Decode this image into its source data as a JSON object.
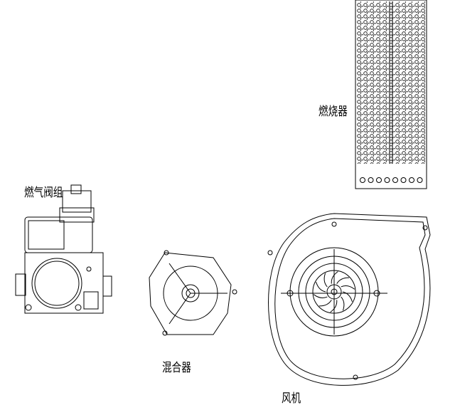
{
  "labels": {
    "burner": "燃烧器",
    "gas_valve": "燃气阀组",
    "mixer": "混合器",
    "fan": "风机"
  },
  "colors": {
    "line": "#000000",
    "background": "#ffffff"
  }
}
